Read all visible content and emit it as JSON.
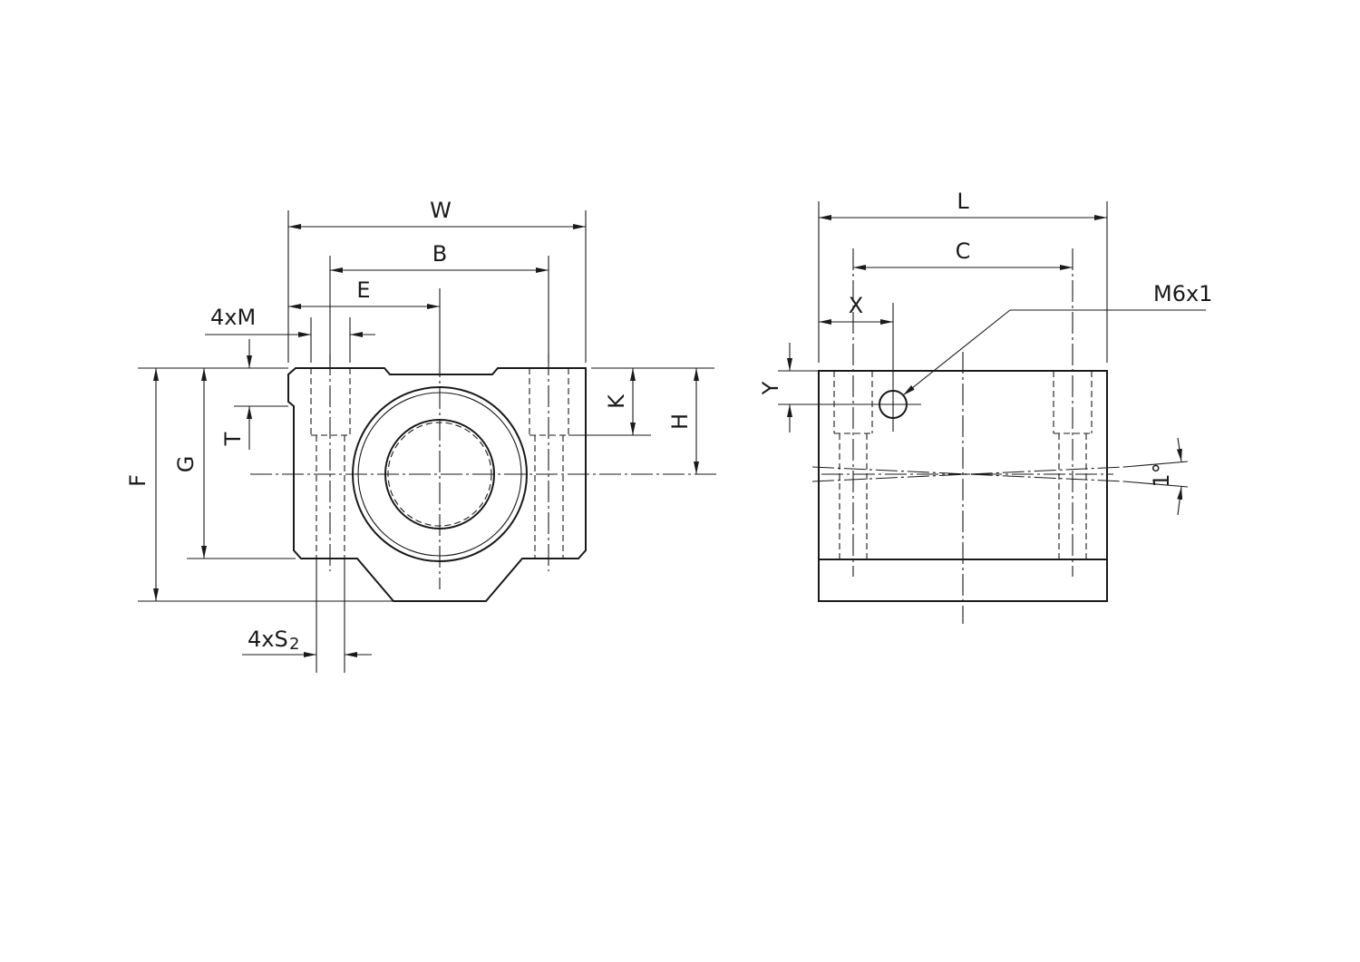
{
  "front_view": {
    "dim_W": "W",
    "dim_B": "B",
    "dim_E": "E",
    "dim_M_prefix": "4xM",
    "dim_T": "T",
    "dim_F": "F",
    "dim_G": "G",
    "dim_K": "K",
    "dim_H": "H",
    "dim_S_prefix": "4xS",
    "dim_S_subscript": "2"
  },
  "side_view": {
    "dim_L": "L",
    "dim_C": "C",
    "dim_X": "X",
    "dim_Y": "Y",
    "callout_thread": "M6x1",
    "angle_label": "1°"
  }
}
